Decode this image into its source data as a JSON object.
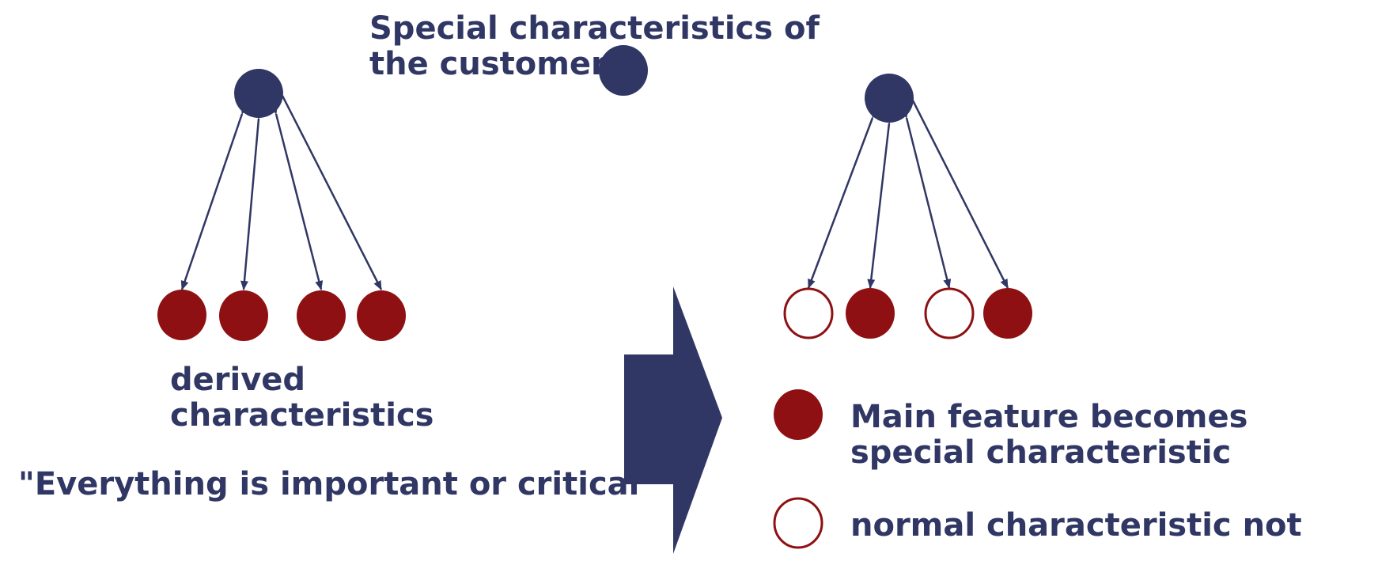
{
  "colors": {
    "navy": "#303764",
    "red": "#8e1012",
    "white": "#ffffff"
  },
  "header": {
    "line1": "Special characteristics of",
    "line2": "the customer"
  },
  "left": {
    "caption_line1": "derived",
    "caption_line2": "characteristics",
    "quote": "\"Everything is important or critical\""
  },
  "legend": {
    "filled_line1": "Main feature becomes",
    "filled_line2": "special characteristic",
    "hollow_label": "normal characteristic not"
  }
}
